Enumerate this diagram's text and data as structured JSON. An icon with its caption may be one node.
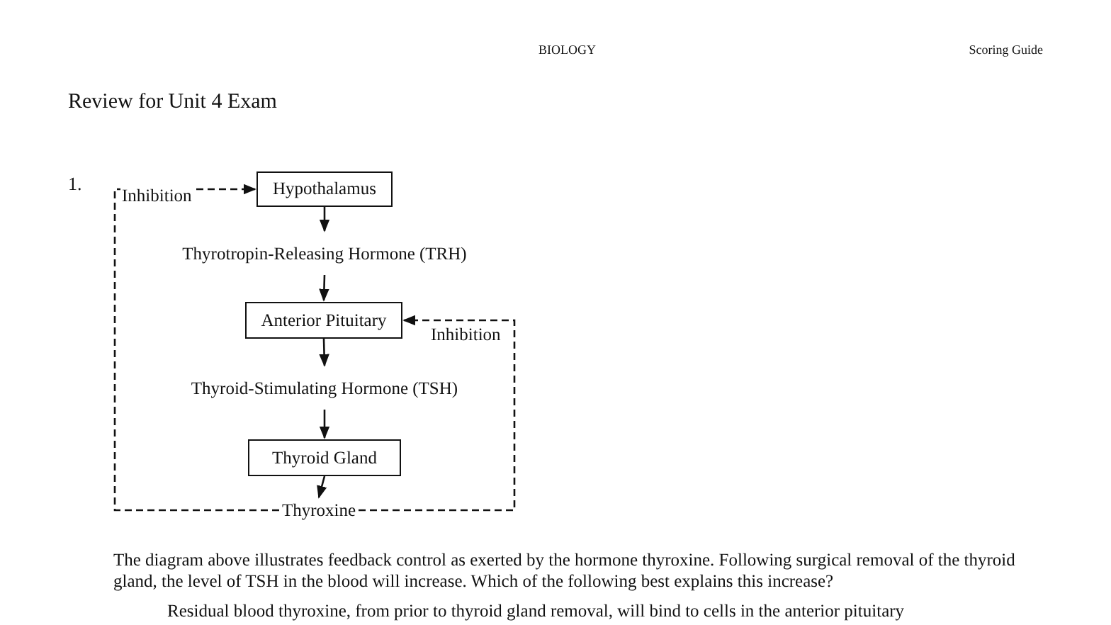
{
  "diagram": {
    "title": "Review for Unit 4 Exam",
    "nodes": [
      {
        "text": [
          "Hypothalamus"
        ]
      },
      {
        "text": [
          "Thyrotropin-Releasing Hormone (TRH)"
        ]
      },
      {
        "text": [
          "Anterior Pituitary"
        ]
      },
      {
        "text": [
          "Thyroid-Stimulating Hormone (TSH)"
        ]
      },
      {
        "text": [
          "Thyroid Gland"
        ]
      },
      {
        "text": [
          "Thyroxine"
        ]
      }
    ],
    "edges": [
      {
        "from": 0,
        "to": 1,
        "arrow": "to"
      },
      {
        "from": 1,
        "to": 2,
        "arrow": "to"
      },
      {
        "from": 2,
        "to": 3,
        "arrow": "to"
      },
      {
        "from": 3,
        "to": 4,
        "arrow": "to"
      },
      {
        "from": 4,
        "to": 5,
        "arrow": "to"
      },
      {
        "from": 5,
        "to": 0,
        "arrow": "to",
        "style": "dashed",
        "label": "Inhibition"
      },
      {
        "from": 5,
        "to": 2,
        "arrow": "to",
        "style": "dashed",
        "label": "Inhibition"
      }
    ],
    "labels": [
      "BIOLOGY",
      "Scoring Guide",
      "1.",
      "The diagram above illustrates feedback control as exerted by the hormone thyroxine. Following surgical removal of the thyroid gland, the level of TSH in the blood will increase. Which of the following best explains this increase?",
      "Residual blood thyroxine, from prior to thyroid gland removal, will bind to cells in the anterior pituitary"
    ]
  }
}
